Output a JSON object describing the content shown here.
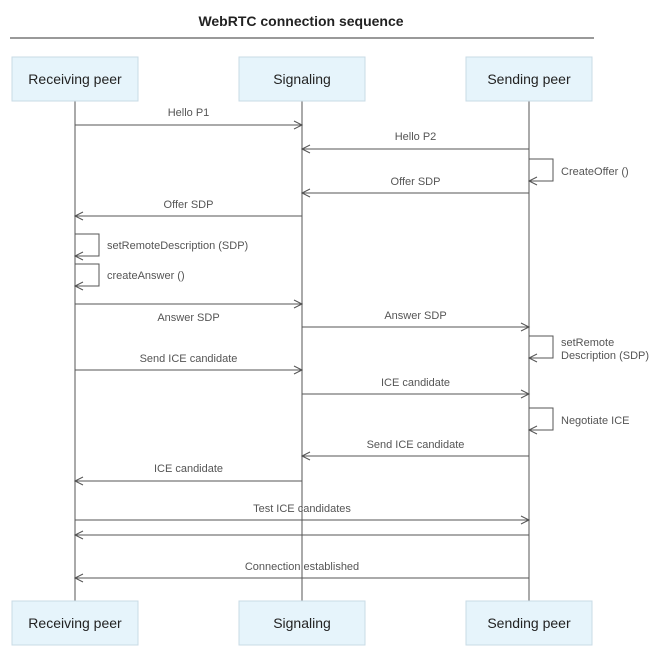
{
  "title": "WebRTC connection sequence",
  "actors": [
    {
      "id": "receiving",
      "label": "Receiving peer"
    },
    {
      "id": "signaling",
      "label": "Signaling"
    },
    {
      "id": "sending",
      "label": "Sending peer"
    }
  ],
  "messages": [
    {
      "from": "receiving",
      "to": "signaling",
      "label": "Hello P1"
    },
    {
      "from": "sending",
      "to": "signaling",
      "label": "Hello P2"
    },
    {
      "from": "sending",
      "to": "sending",
      "label": "CreateOffer ()"
    },
    {
      "from": "sending",
      "to": "signaling",
      "label": "Offer SDP"
    },
    {
      "from": "signaling",
      "to": "receiving",
      "label": "Offer SDP"
    },
    {
      "from": "receiving",
      "to": "receiving",
      "label": "setRemoteDescription (SDP)"
    },
    {
      "from": "receiving",
      "to": "receiving",
      "label": "createAnswer ()"
    },
    {
      "from": "receiving",
      "to": "signaling",
      "label": "Answer SDP"
    },
    {
      "from": "signaling",
      "to": "sending",
      "label": "Answer SDP"
    },
    {
      "from": "sending",
      "to": "sending",
      "label": "setRemote\nDescription (SDP)"
    },
    {
      "from": "receiving",
      "to": "signaling",
      "label": "Send ICE candidate"
    },
    {
      "from": "signaling",
      "to": "sending",
      "label": "ICE candidate"
    },
    {
      "from": "sending",
      "to": "sending",
      "label": "Negotiate ICE"
    },
    {
      "from": "sending",
      "to": "signaling",
      "label": "Send ICE candidate"
    },
    {
      "from": "signaling",
      "to": "receiving",
      "label": "ICE candidate"
    },
    {
      "from": "receiving",
      "to": "sending",
      "label": "Test ICE candidates"
    },
    {
      "from": "sending",
      "to": "receiving",
      "label": ""
    },
    {
      "from": "sending",
      "to": "receiving",
      "label": "Connection established"
    }
  ]
}
